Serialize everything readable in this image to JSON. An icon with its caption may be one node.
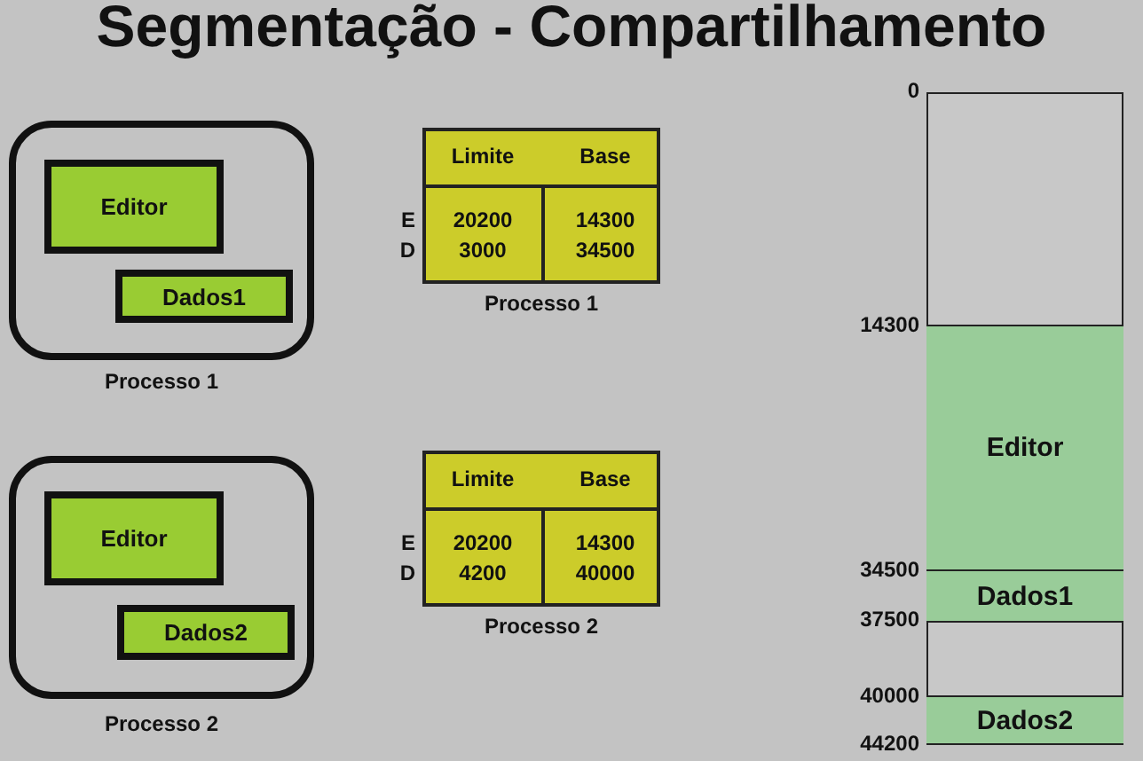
{
  "diagram": {
    "title": "Segmentação - Compartilhamento",
    "nodes": [
      {
        "text": [
          "Processo 1"
        ]
      },
      {
        "text": [
          "Editor"
        ],
        "in": 0
      },
      {
        "text": [
          "Dados1"
        ],
        "in": 0
      },
      {
        "text": [
          "Processo 2"
        ]
      },
      {
        "text": [
          "Editor"
        ],
        "in": 3
      },
      {
        "text": [
          "Dados2"
        ],
        "in": 3
      },
      {
        "text": [],
        "shape": "bar"
      },
      {
        "text": [],
        "shape": "box",
        "in": 6
      },
      {
        "text": [
          "Editor"
        ],
        "in": 6
      },
      {
        "text": [
          "Dados1"
        ],
        "in": 6
      },
      {
        "text": [],
        "shape": "box",
        "in": 6
      },
      {
        "text": [
          "Dados2"
        ],
        "in": 6
      }
    ],
    "edges": [],
    "labels": [
      "Limite",
      "Base",
      "E",
      "20200",
      "14300",
      "D",
      "3000",
      "34500",
      "Processo 1",
      "Limite",
      "Base",
      "E",
      "20200",
      "14300",
      "D",
      "4200",
      "40000",
      "Processo 2",
      "0",
      "14300",
      "34500",
      "37500",
      "40000",
      "44200"
    ]
  }
}
